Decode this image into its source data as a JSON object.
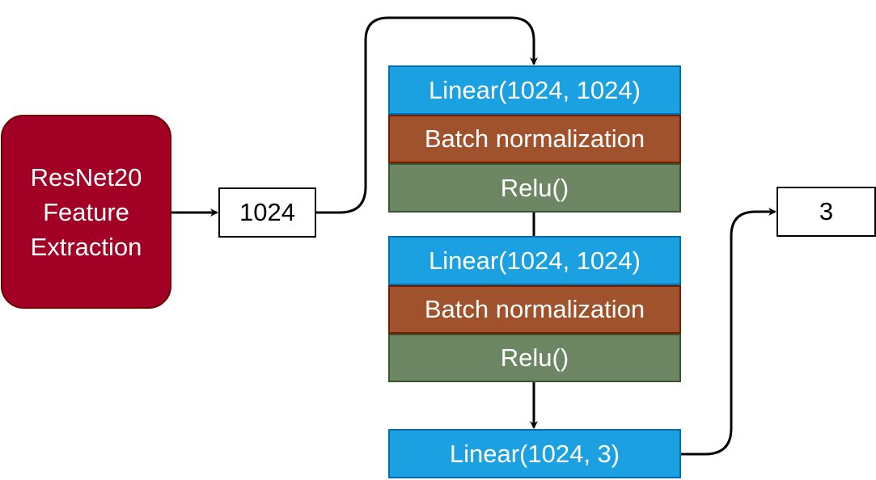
{
  "backbone": {
    "label": "ResNet20\nFeature\nExtraction",
    "color": "#a20025"
  },
  "feature_vector": {
    "label": "1024"
  },
  "block1": {
    "linear": "Linear(1024, 1024)",
    "batchnorm": "Batch normalization",
    "activation": "Relu()"
  },
  "block2": {
    "linear": "Linear(1024, 1024)",
    "batchnorm": "Batch normalization",
    "activation": "Relu()"
  },
  "output_layer": {
    "label": "Linear(1024, 3)"
  },
  "output": {
    "label": "3"
  },
  "colors": {
    "linear": "#1ba1e2",
    "batchnorm": "#a0522d",
    "activation": "#6d8764"
  }
}
